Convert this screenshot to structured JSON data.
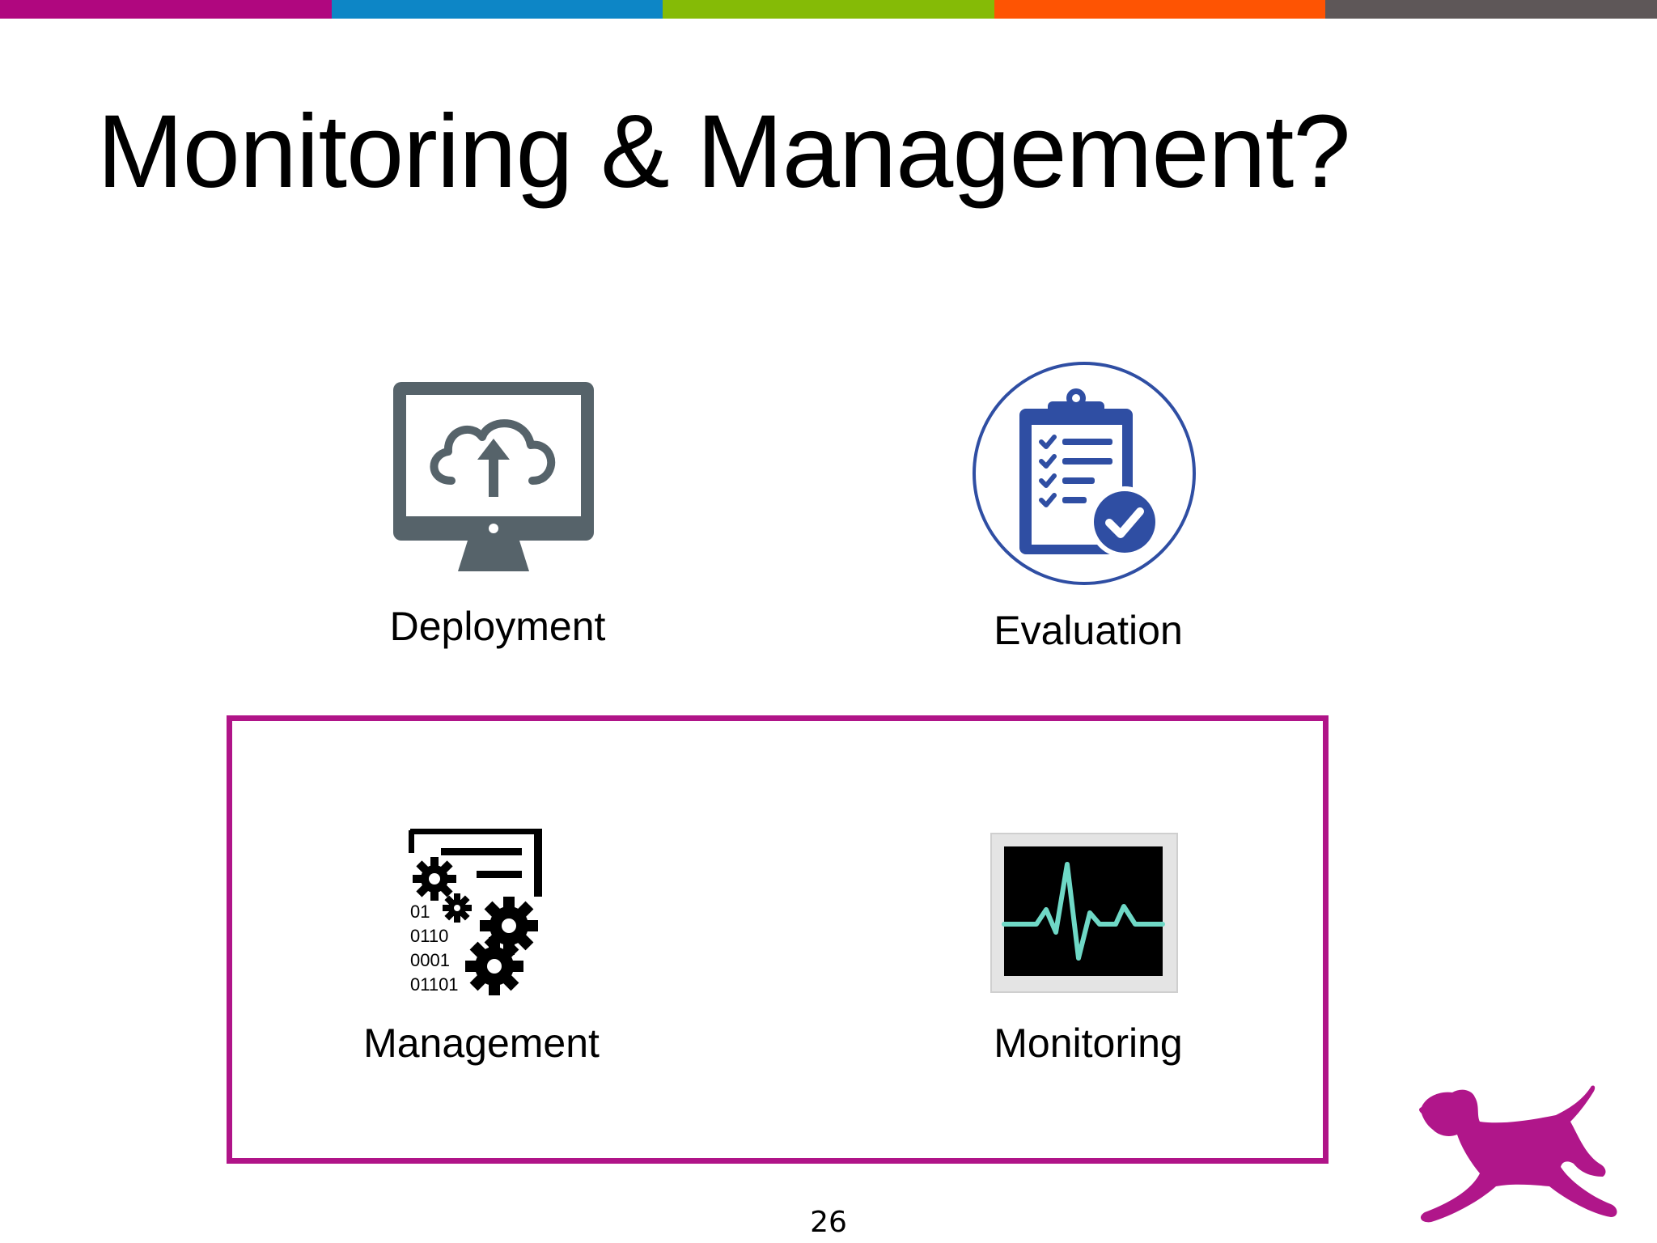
{
  "slide": {
    "title": "Monitoring & Management?",
    "page_number": "26"
  },
  "colors": {
    "stripes": [
      "#b0077f",
      "#0d86c6",
      "#85bb06",
      "#fe5403",
      "#5e5758"
    ],
    "highlight_border": "#b01488",
    "logo": "#b0168a"
  },
  "tiles": [
    {
      "label": "Deployment",
      "icon": "monitor-cloud-upload-icon"
    },
    {
      "label": "Evaluation",
      "icon": "clipboard-checklist-icon"
    },
    {
      "label": "Management",
      "icon": "gears-binary-icon"
    },
    {
      "label": "Monitoring",
      "icon": "heartbeat-monitor-icon"
    }
  ],
  "logo": {
    "icon": "dog-logo-icon"
  }
}
